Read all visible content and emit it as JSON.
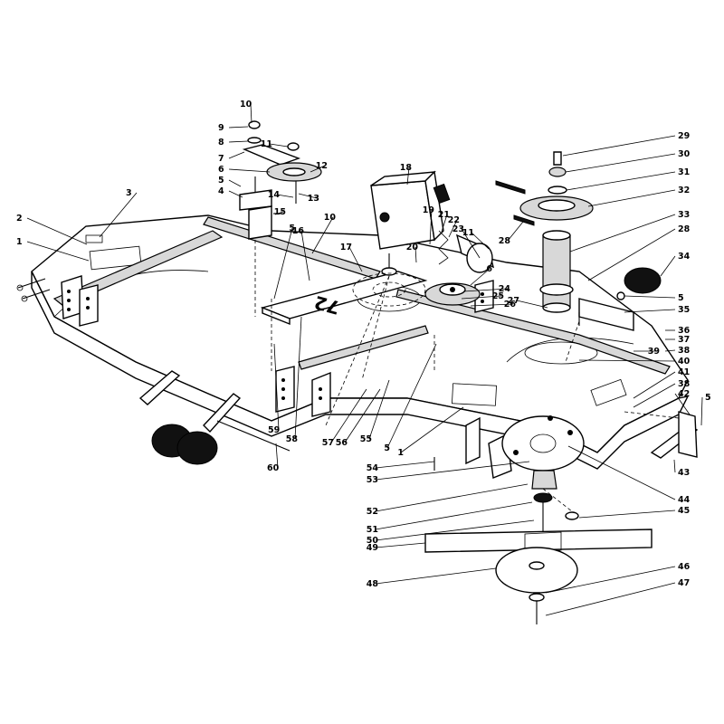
{
  "callouts": [
    {
      "label": "10"
    },
    {
      "label": "9"
    },
    {
      "label": "8"
    },
    {
      "label": "7"
    },
    {
      "label": "6"
    },
    {
      "label": "5"
    },
    {
      "label": "4"
    },
    {
      "label": "11"
    },
    {
      "label": "12"
    },
    {
      "label": "13"
    },
    {
      "label": "14"
    },
    {
      "label": "15"
    },
    {
      "label": "3"
    },
    {
      "label": "2"
    },
    {
      "label": "1"
    },
    {
      "label": "18"
    },
    {
      "label": "16"
    },
    {
      "label": "10"
    },
    {
      "label": "5"
    },
    {
      "label": "17"
    },
    {
      "label": "19"
    },
    {
      "label": "22"
    },
    {
      "label": "21"
    },
    {
      "label": "11"
    },
    {
      "label": "20"
    },
    {
      "label": "23"
    },
    {
      "label": "29"
    },
    {
      "label": "30"
    },
    {
      "label": "31"
    },
    {
      "label": "32"
    },
    {
      "label": "33"
    },
    {
      "label": "28"
    },
    {
      "label": "28"
    },
    {
      "label": "34"
    },
    {
      "label": "6"
    },
    {
      "label": "27"
    },
    {
      "label": "25"
    },
    {
      "label": "24"
    },
    {
      "label": "26"
    },
    {
      "label": "5"
    },
    {
      "label": "35"
    },
    {
      "label": "36"
    },
    {
      "label": "37"
    },
    {
      "label": "38"
    },
    {
      "label": "39"
    },
    {
      "label": "40"
    },
    {
      "label": "41"
    },
    {
      "label": "38"
    },
    {
      "label": "42"
    },
    {
      "label": "5"
    },
    {
      "label": "43"
    },
    {
      "label": "59"
    },
    {
      "label": "58"
    },
    {
      "label": "57"
    },
    {
      "label": "56"
    },
    {
      "label": "55"
    },
    {
      "label": "5"
    },
    {
      "label": "1"
    },
    {
      "label": "60"
    },
    {
      "label": "54"
    },
    {
      "label": "53"
    },
    {
      "label": "52"
    },
    {
      "label": "51"
    },
    {
      "label": "50"
    },
    {
      "label": "49"
    },
    {
      "label": "48"
    },
    {
      "label": "44"
    },
    {
      "label": "45"
    },
    {
      "label": "46"
    },
    {
      "label": "47"
    }
  ],
  "deck_marking": "72"
}
